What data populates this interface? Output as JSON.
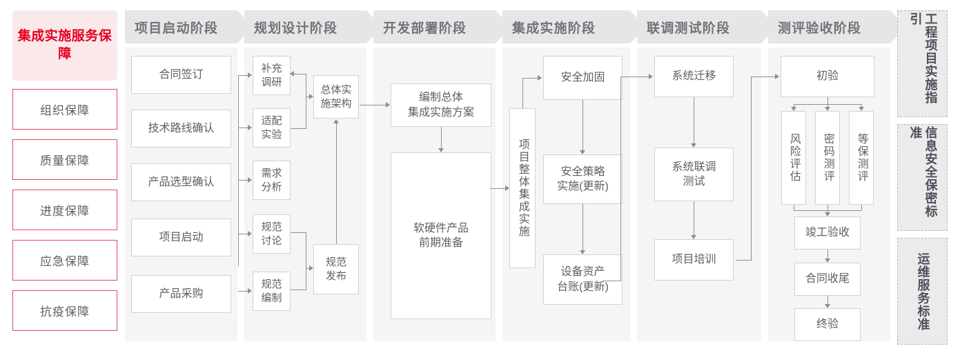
{
  "left_rail": {
    "header": "集成实施服务保障",
    "items": [
      {
        "label": "组织保障"
      },
      {
        "label": "质量保障"
      },
      {
        "label": "进度保障"
      },
      {
        "label": "应急保障"
      },
      {
        "label": "抗疫保障"
      }
    ]
  },
  "phases": [
    {
      "title": "项目启动阶段"
    },
    {
      "title": "规划设计阶段"
    },
    {
      "title": "开发部署阶段"
    },
    {
      "title": "集成实施阶段"
    },
    {
      "title": "联调测试阶段"
    },
    {
      "title": "测评验收阶段"
    }
  ],
  "nodes": {
    "p1": [
      {
        "label": "合同签订"
      },
      {
        "label": "技术路线确认"
      },
      {
        "label": "产品选型确认"
      },
      {
        "label": "项目启动"
      },
      {
        "label": "产品采购"
      }
    ],
    "p2_left": [
      {
        "label": "补充\n调研"
      },
      {
        "label": "适配\n实验"
      },
      {
        "label": "需求\n分析"
      },
      {
        "label": "规范\n讨论"
      },
      {
        "label": "规范\n编制"
      }
    ],
    "p2_right": [
      {
        "label": "总体实\n施架构"
      },
      {
        "label": "规范\n发布"
      }
    ],
    "p3": [
      {
        "label": "编制总体\n集成实施方案"
      },
      {
        "label": "软硬件产品\n前期准备"
      }
    ],
    "p4_vertical": {
      "label": "项目整体集成实施"
    },
    "p4": [
      {
        "label": "安全加固"
      },
      {
        "label": "安全策略\n实施(更新)"
      },
      {
        "label": "设备资产\n台账(更新)"
      }
    ],
    "p5": [
      {
        "label": "系统迁移"
      },
      {
        "label": "系统联调\n测试"
      },
      {
        "label": "项目培训"
      }
    ],
    "p6_top": {
      "label": "初验"
    },
    "p6_tests": [
      {
        "label": "风险评估"
      },
      {
        "label": "密码测评"
      },
      {
        "label": "等保测评"
      }
    ],
    "p6_tail": [
      {
        "label": "竣工验收"
      },
      {
        "label": "合同收尾"
      },
      {
        "label": "终验"
      }
    ]
  },
  "right_rail": {
    "items": [
      {
        "label": "工程项目实施指引"
      },
      {
        "label": "信息安全保密标准"
      },
      {
        "label": "运维服务标准"
      }
    ]
  },
  "colors": {
    "brand_red": "#e60020",
    "rail_pink_bg": "#fbe8ea",
    "rail_border": "#e0485c",
    "header_gray": "#e6e6e6",
    "panel_gray": "#f5f5f5",
    "node_border": "#d2d2d2",
    "line_gray": "#8a8f96",
    "text_gray": "#5b6066"
  }
}
